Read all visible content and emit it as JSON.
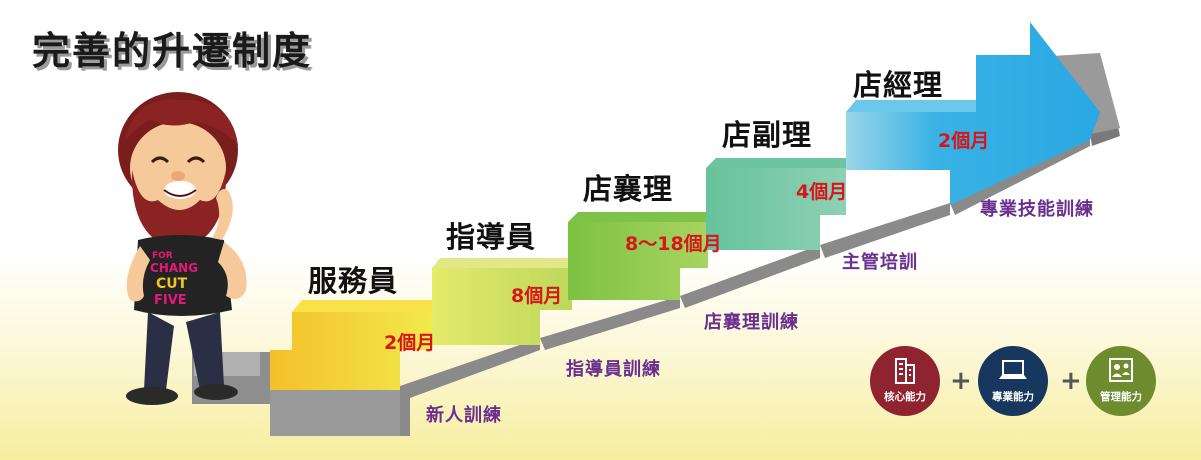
{
  "title": "完善的升遷制度",
  "stages": [
    {
      "rank": "服務員",
      "duration": "2個月",
      "training": "新人訓練",
      "color": "#f2e73a"
    },
    {
      "rank": "指導員",
      "duration": "8個月",
      "training": "指導員訓練",
      "color": "#cbe068"
    },
    {
      "rank": "店襄理",
      "duration": "8～18個月",
      "training": "店襄理訓練",
      "color": "#8cc63f"
    },
    {
      "rank": "店副理",
      "duration": "4個月",
      "training": "主管培訓",
      "color": "#74c69d"
    },
    {
      "rank": "店經理",
      "duration": "2個月",
      "training": "專業技能訓練",
      "color": "#29abe2"
    }
  ],
  "capabilities": [
    {
      "label": "核心能力",
      "color": "#8f2430",
      "icon": "building-icon"
    },
    {
      "label": "專業能力",
      "color": "#17375e",
      "icon": "laptop-icon"
    },
    {
      "label": "管理能力",
      "color": "#6e8b2e",
      "icon": "people-board-icon"
    }
  ],
  "plus_sign": "+",
  "character_shirt_text": [
    "FOR",
    "CHANG",
    "CUT",
    "FIVE"
  ]
}
